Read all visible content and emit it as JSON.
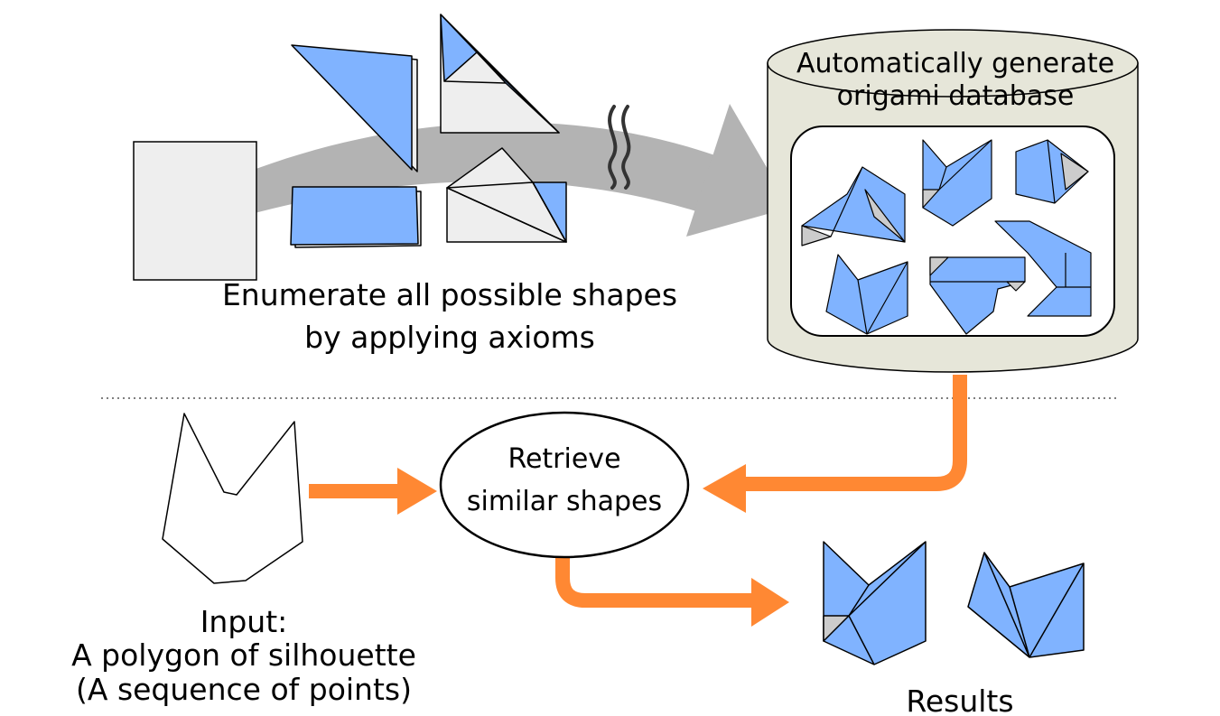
{
  "labels": {
    "enumerate_line1": "Enumerate all possible shapes",
    "enumerate_line2": "by applying axioms",
    "database_line1": "Automatically generate",
    "database_line2": "origami database",
    "retrieve_line1": "Retrieve",
    "retrieve_line2": "similar shapes",
    "input_line1": "Input:",
    "input_line2": "A polygon of silhouette",
    "input_line3": "(A sequence of points)",
    "results": "Results"
  },
  "colors": {
    "paper_blue": "#80b3ff",
    "paper_white": "#eeeeee",
    "paper_shadow": "#cccccc",
    "flow_arrow_gray": "#b3b3b3",
    "database_fill": "#e6e6d9",
    "retrieval_arrow_orange": "#ff8833",
    "stroke": "#000000"
  },
  "icons": {
    "break_mark": "wavy-break-icon",
    "flow_arrow": "curved-arrow-icon",
    "database": "database-cylinder-icon"
  }
}
